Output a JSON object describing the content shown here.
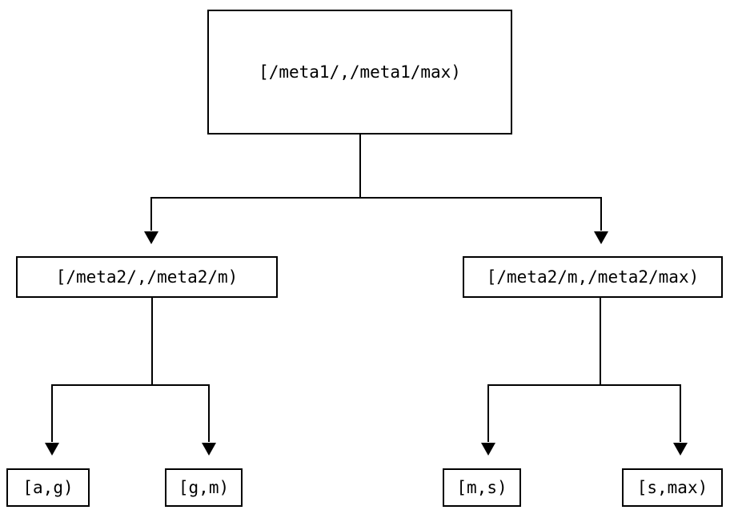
{
  "diagram": {
    "type": "tree",
    "title": "",
    "background_color": "#ffffff",
    "line_color": "#000000",
    "text_color": "#000000",
    "nodes": {
      "root": {
        "label": "[/meta1/,/meta1/max)"
      },
      "mid_left": {
        "label": "[/meta2/,/meta2/m)"
      },
      "mid_right": {
        "label": "[/meta2/m,/meta2/max)"
      },
      "leaf_ag": {
        "label": "[a,g)"
      },
      "leaf_gm": {
        "label": "[g,m)"
      },
      "leaf_ms": {
        "label": "[m,s)"
      },
      "leaf_smax": {
        "label": "[s,max)"
      }
    },
    "edges": [
      {
        "from": "root",
        "to": "mid_left",
        "arrow": "down"
      },
      {
        "from": "root",
        "to": "mid_right",
        "arrow": "down"
      },
      {
        "from": "mid_left",
        "to": "leaf_ag",
        "arrow": "down"
      },
      {
        "from": "mid_left",
        "to": "leaf_gm",
        "arrow": "down"
      },
      {
        "from": "mid_right",
        "to": "leaf_ms",
        "arrow": "down"
      },
      {
        "from": "mid_right",
        "to": "leaf_smax",
        "arrow": "down"
      }
    ]
  }
}
